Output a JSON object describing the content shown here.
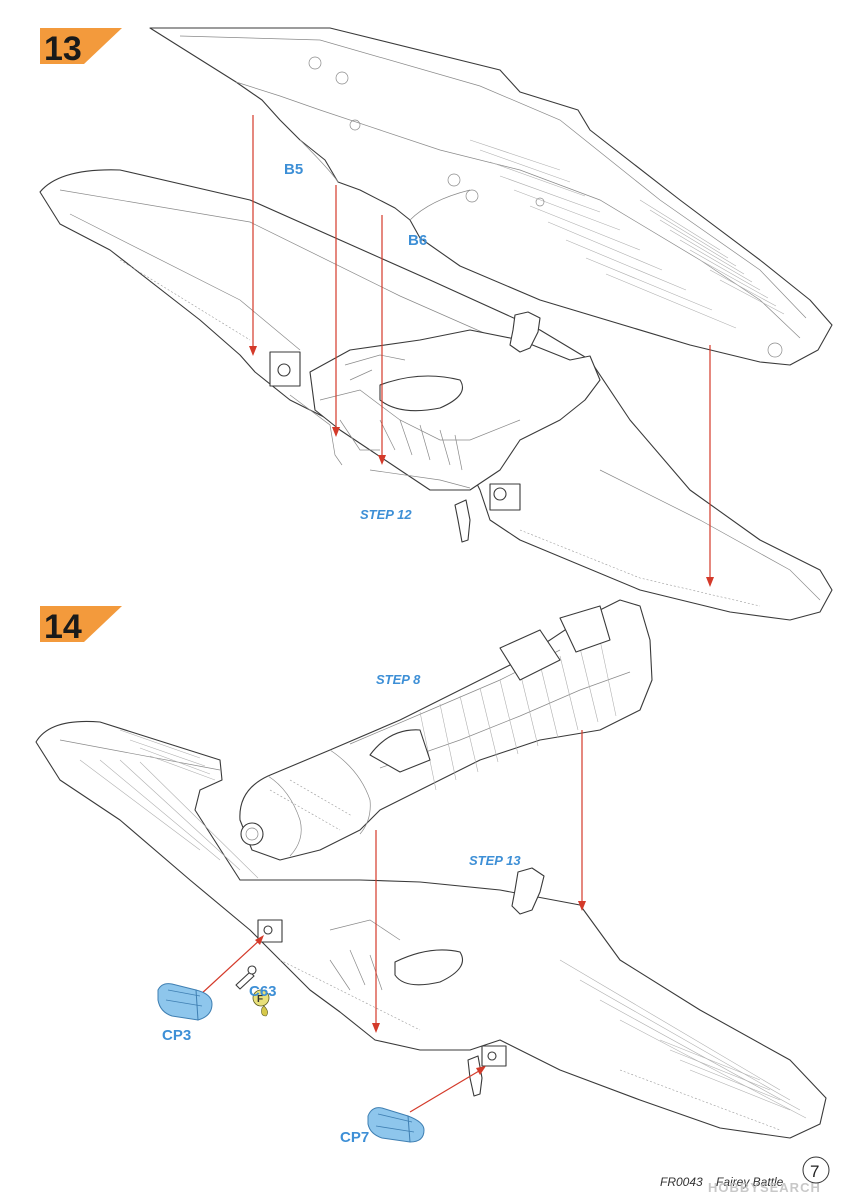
{
  "steps": [
    {
      "number": "13",
      "badge_color": "#f39a3c",
      "labels": {
        "b5": "B5",
        "b6": "B6",
        "ref_step": "STEP 12"
      }
    },
    {
      "number": "14",
      "badge_color": "#f39a3c",
      "labels": {
        "ref_step_a": "STEP 8",
        "ref_step_b": "STEP 13",
        "c63": "C63",
        "cp3": "CP3",
        "cp7": "CP7",
        "material_code": "F"
      }
    }
  ],
  "footer": {
    "product_code": "FR0043",
    "product_name": "Fairey Battle",
    "page_number": "7",
    "watermark": "HOBBYSEARCH"
  },
  "colors": {
    "label_blue": "#3d8fd6",
    "arrow_red": "#d43a2a",
    "part_blue": "#8ec6ec",
    "material_badge": "#e8e07a"
  }
}
